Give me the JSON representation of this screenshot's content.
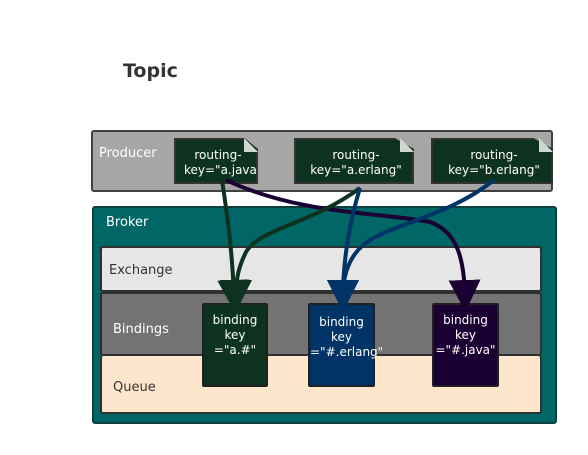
{
  "title": "Topic",
  "producer": {
    "label": "Producer",
    "routing_keys": [
      {
        "text": "routing-key=\"a.java\"",
        "color": "#0d3320"
      },
      {
        "text": "routing-key=\"a.erlang\"",
        "color": "#0d3320"
      },
      {
        "text": "routing-key=\"b.erlang\"",
        "color": "#0d3320"
      }
    ]
  },
  "broker": {
    "label": "Broker",
    "exchange_label": "Exchange",
    "bindings_label": "Bindings",
    "queue_label": "Queue",
    "binding_keys": [
      {
        "text": "binding key =\"a.#\"",
        "color": "#0d3320"
      },
      {
        "text": "binding key =\"#.erlang\"",
        "color": "#003366"
      },
      {
        "text": "binding key =\"#.java\"",
        "color": "#1a0033"
      }
    ]
  },
  "arrow_colors": {
    "green": "#0d3320",
    "navy": "#003366",
    "purple": "#1a0033"
  }
}
